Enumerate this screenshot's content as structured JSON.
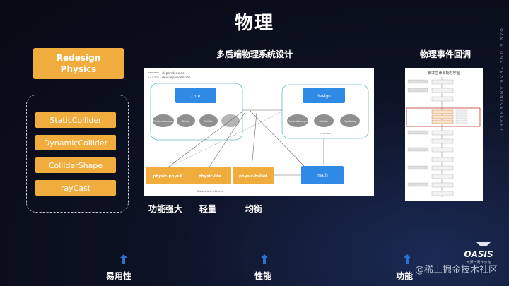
{
  "slide": {
    "title": "物理",
    "side_text": "OASIS ONE YEAR ANNIVERSARY"
  },
  "left": {
    "redesign_label": "Redesign\nPhysics",
    "items": [
      "StaticCollider",
      "DynamicCollider",
      "ColliderShape",
      "rayCast"
    ]
  },
  "center": {
    "title": "多后端物理系统设计",
    "legend": [
      "dependencies",
      "devDependencies"
    ],
    "nodes": {
      "core": "core",
      "design": "design",
      "math": "math",
      "core_children": [
        "PhysicsManager",
        "Entity",
        "Collider",
        ""
      ],
      "design_children": [
        "PhysicsManager",
        "Collider",
        "Rigidbody"
      ],
      "interface_label": "Interface",
      "backends": [
        "physic-physX",
        "physic-lite",
        "physic-bullet"
      ],
      "choose_label": "Choose one of three"
    },
    "captions": [
      "功能强大",
      "轻量",
      "均衡"
    ]
  },
  "right": {
    "title": "物理事件回调",
    "flow_title": "脚本生命周期时序图"
  },
  "bottom": {
    "labels": [
      "易用性",
      "性能",
      "功能"
    ]
  },
  "brand": {
    "logo_text": "OASIS",
    "logo_sub": "开源一周年沙龙",
    "watermark": "@稀土掘金技术社区"
  },
  "colors": {
    "accent": "#f0ad3e",
    "blue": "#2f8ae6",
    "background": "#0a0f1e"
  }
}
